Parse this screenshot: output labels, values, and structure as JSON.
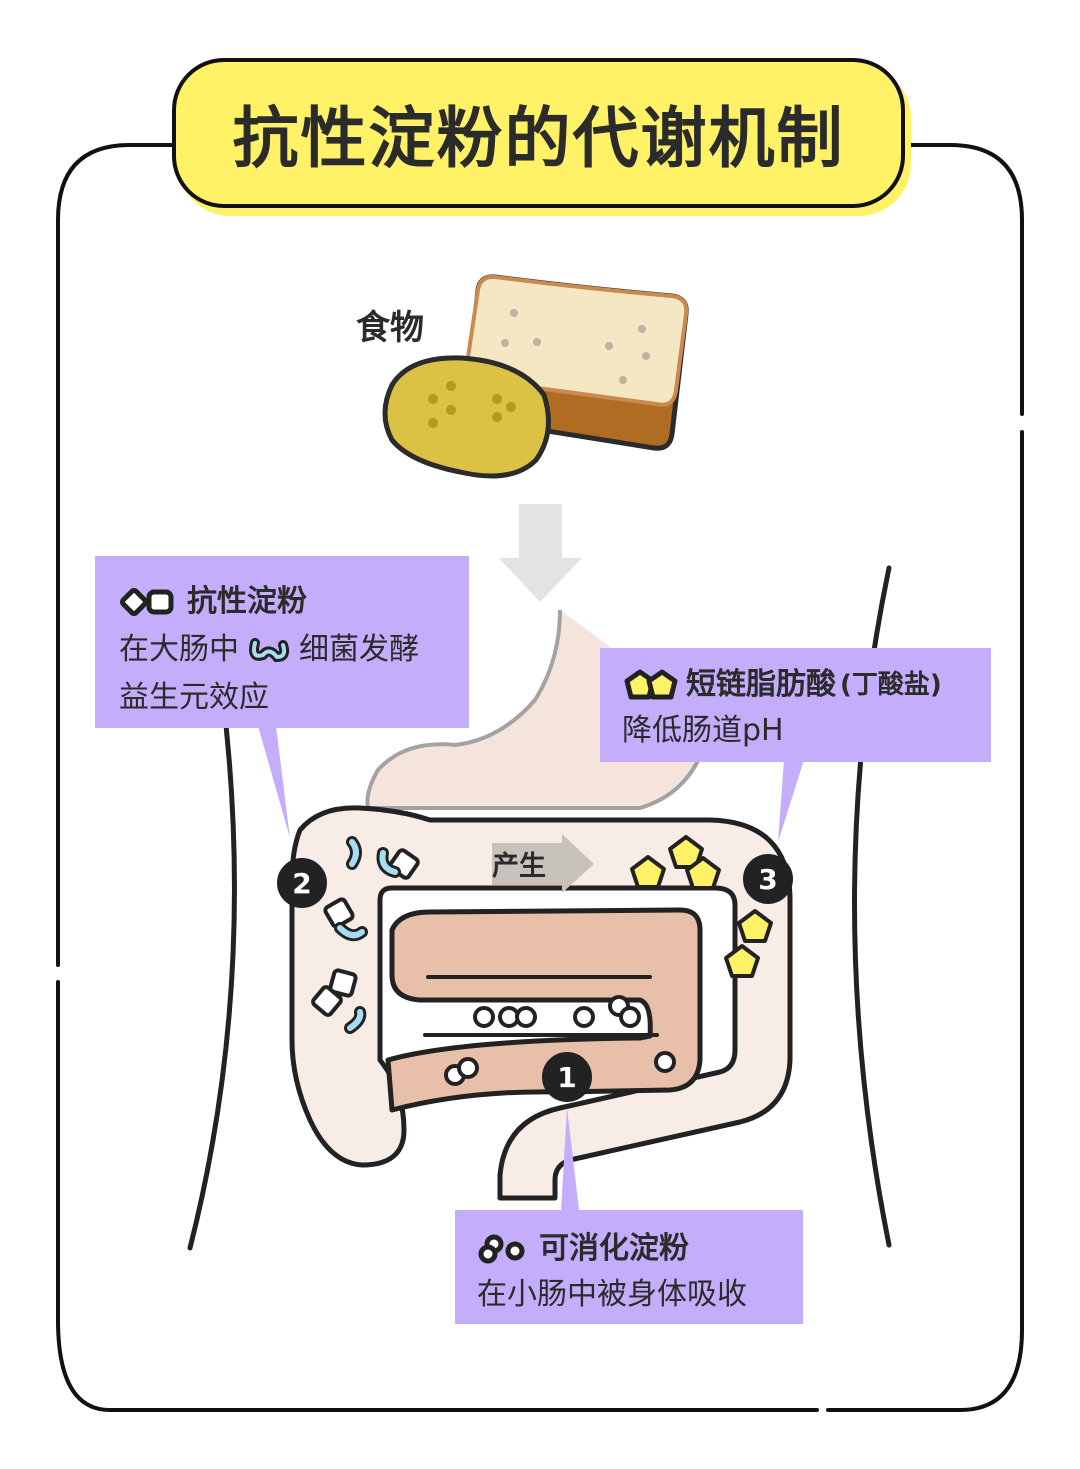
{
  "title": "抗性淀粉的代谢机制",
  "food": {
    "label": "食物",
    "items": [
      "bread-icon",
      "potato-icon"
    ]
  },
  "flow_arrow": "arrow-down-icon",
  "callouts": {
    "resistant_starch": {
      "number": "2",
      "icon": "resistant-starch-icon",
      "heading": "抗性淀粉",
      "line1_prefix": "在大肠中",
      "line1_icon": "bacteria-icon",
      "line1_suffix": "细菌发酵",
      "line2": "益生元效应"
    },
    "scfa": {
      "number": "3",
      "icon": "scfa-pentagon-icon",
      "heading": "短链脂肪酸",
      "heading_paren": "(丁酸盐)",
      "line1": "降低肠道pH"
    },
    "digestible_starch": {
      "number": "1",
      "icon": "digestible-starch-icon",
      "heading": "可消化淀粉",
      "line1": "在小肠中被身体吸收"
    }
  },
  "intestine": {
    "produce_label": "产生"
  },
  "colors": {
    "title_bg": "#fff266",
    "callout_bg": "#c4aefc",
    "intestine_outer": "#f7ece6",
    "small_intestine": "#e8bfa8",
    "scfa_yellow": "#fff266",
    "bacteria_blue": "#a8dcf5",
    "potato": "#dcc244",
    "bread_crumb": "#f5e6c4",
    "bread_crust": "#b06c22",
    "arrow_gray": "#e3e3e3",
    "badge": "#222222"
  }
}
